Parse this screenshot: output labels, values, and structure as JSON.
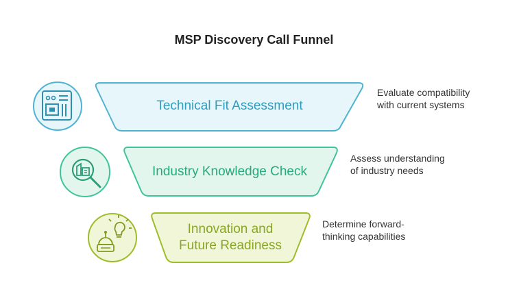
{
  "title": "MSP Discovery Call Funnel",
  "stages": [
    {
      "label": "Technical Fit Assessment",
      "description_lines": [
        "Evaluate compatibility",
        "with current systems"
      ],
      "icon": "circuit-board-icon",
      "stroke": "#4fb3d1",
      "fill": "#e6f6fa",
      "text_color": "#2f9cc0"
    },
    {
      "label": "Industry Knowledge Check",
      "description_lines": [
        "Assess understanding",
        "of industry needs"
      ],
      "icon": "magnify-building-icon",
      "stroke": "#3fc49a",
      "fill": "#e3f6ee",
      "text_color": "#29a87e"
    },
    {
      "label_lines": [
        "Innovation and",
        "Future Readiness"
      ],
      "description_lines": [
        "Determine forward-",
        "thinking capabilities"
      ],
      "icon": "lightbulb-robot-icon",
      "stroke": "#9ebd2a",
      "fill": "#f1f6d9",
      "text_color": "#88a624"
    }
  ]
}
